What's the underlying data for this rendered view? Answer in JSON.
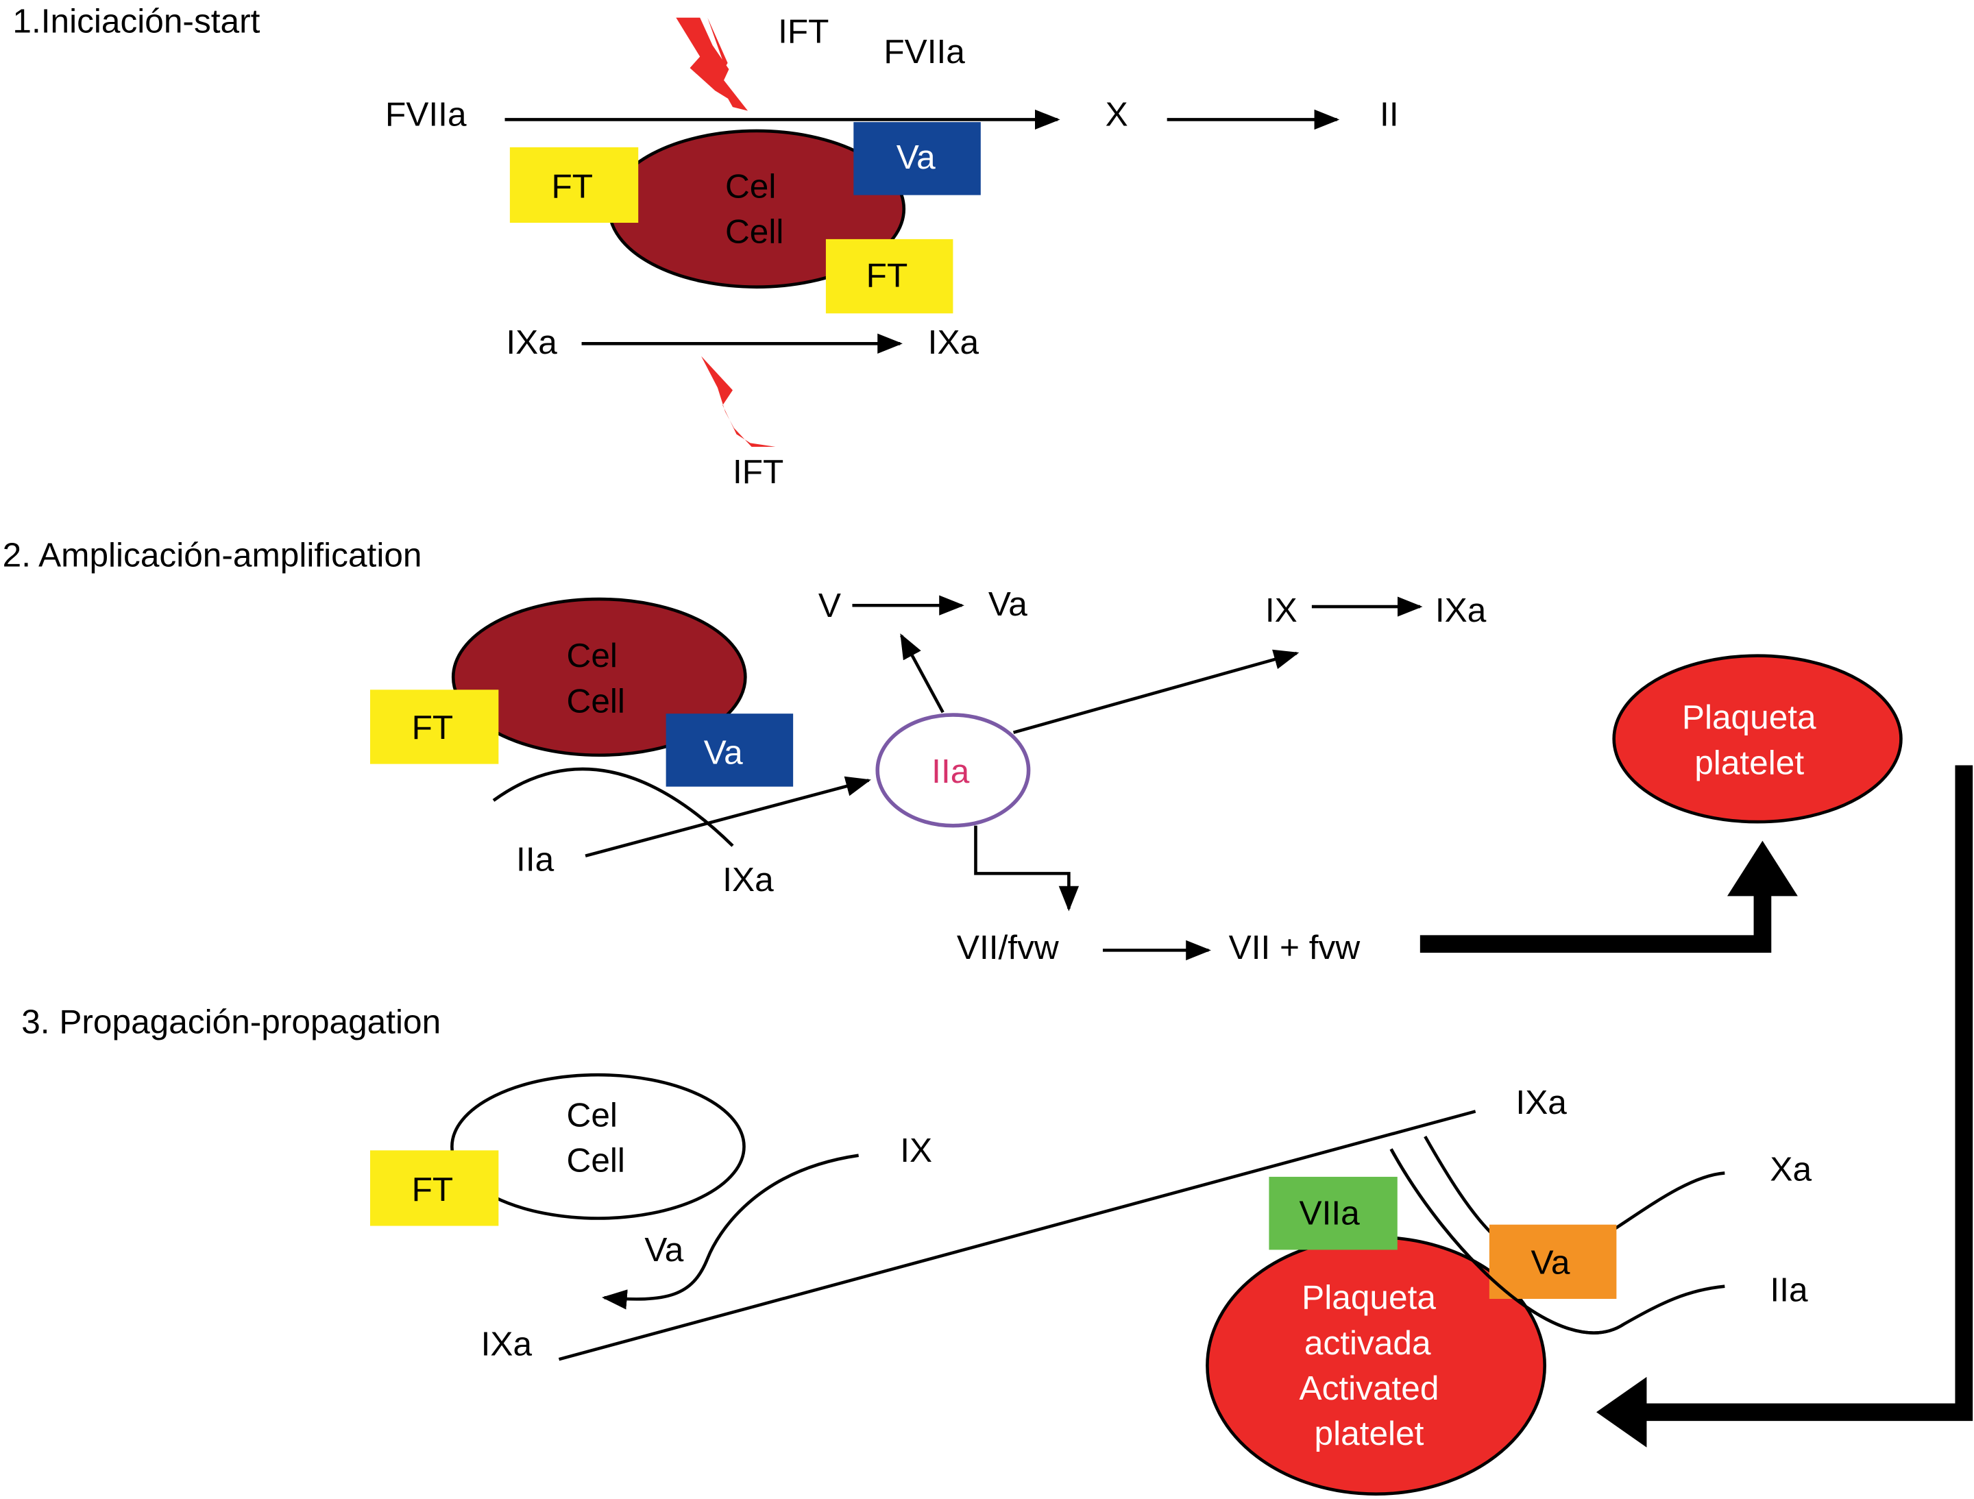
{
  "colors": {
    "cell_dark_red": "#9a1a24",
    "tissue_factor_yellow": "#fcec18",
    "va_blue": "#134596",
    "platelet_red": "#ec2a28",
    "viia_green": "#65bd4b",
    "va_orange": "#f39224",
    "iia_circle_purple": "#7b5aa6",
    "iia_text_pink": "#d6336c",
    "lightning_red": "#ec2a28"
  },
  "section1": {
    "title": "1.Iniciación-start",
    "ift_top": "IFT",
    "fviia_top": "FVIIa",
    "fviia_left": "FVIIa",
    "x": "X",
    "ii": "II",
    "ft_left": "FT",
    "ft_right": "FT",
    "va": "Va",
    "cell_line1": "Cel",
    "cell_line2": "Cell",
    "ixa_left": "IXa",
    "ixa_right": "IXa",
    "ift_bottom": "IFT"
  },
  "section2": {
    "title": "2. Amplicación-amplification",
    "cell_line1": "Cel",
    "cell_line2": "Cell",
    "ft": "FT",
    "va_box": "Va",
    "iia_left": "IIa",
    "ixa": "IXa",
    "iia_center": "IIa",
    "v": "V",
    "va": "Va",
    "ix": "IX",
    "ixa_right": "IXa",
    "vii_fvw": "VII/fvw",
    "vii_plus_fvw": "VII + fvw",
    "platelet_line1": "Plaqueta",
    "platelet_line2": "platelet"
  },
  "section3": {
    "title": "3. Propagación-propagation",
    "cell_line1": "Cel",
    "cell_line2": "Cell",
    "ft": "FT",
    "ix": "IX",
    "va_label": "Va",
    "ixa_left": "IXa",
    "ixa_right": "IXa",
    "xa": "Xa",
    "iia": "IIa",
    "viia": "VIIa",
    "va_box": "Va",
    "platelet_line1": "Plaqueta",
    "platelet_line2": "activada",
    "platelet_line3": "Activated",
    "platelet_line4": "platelet"
  }
}
